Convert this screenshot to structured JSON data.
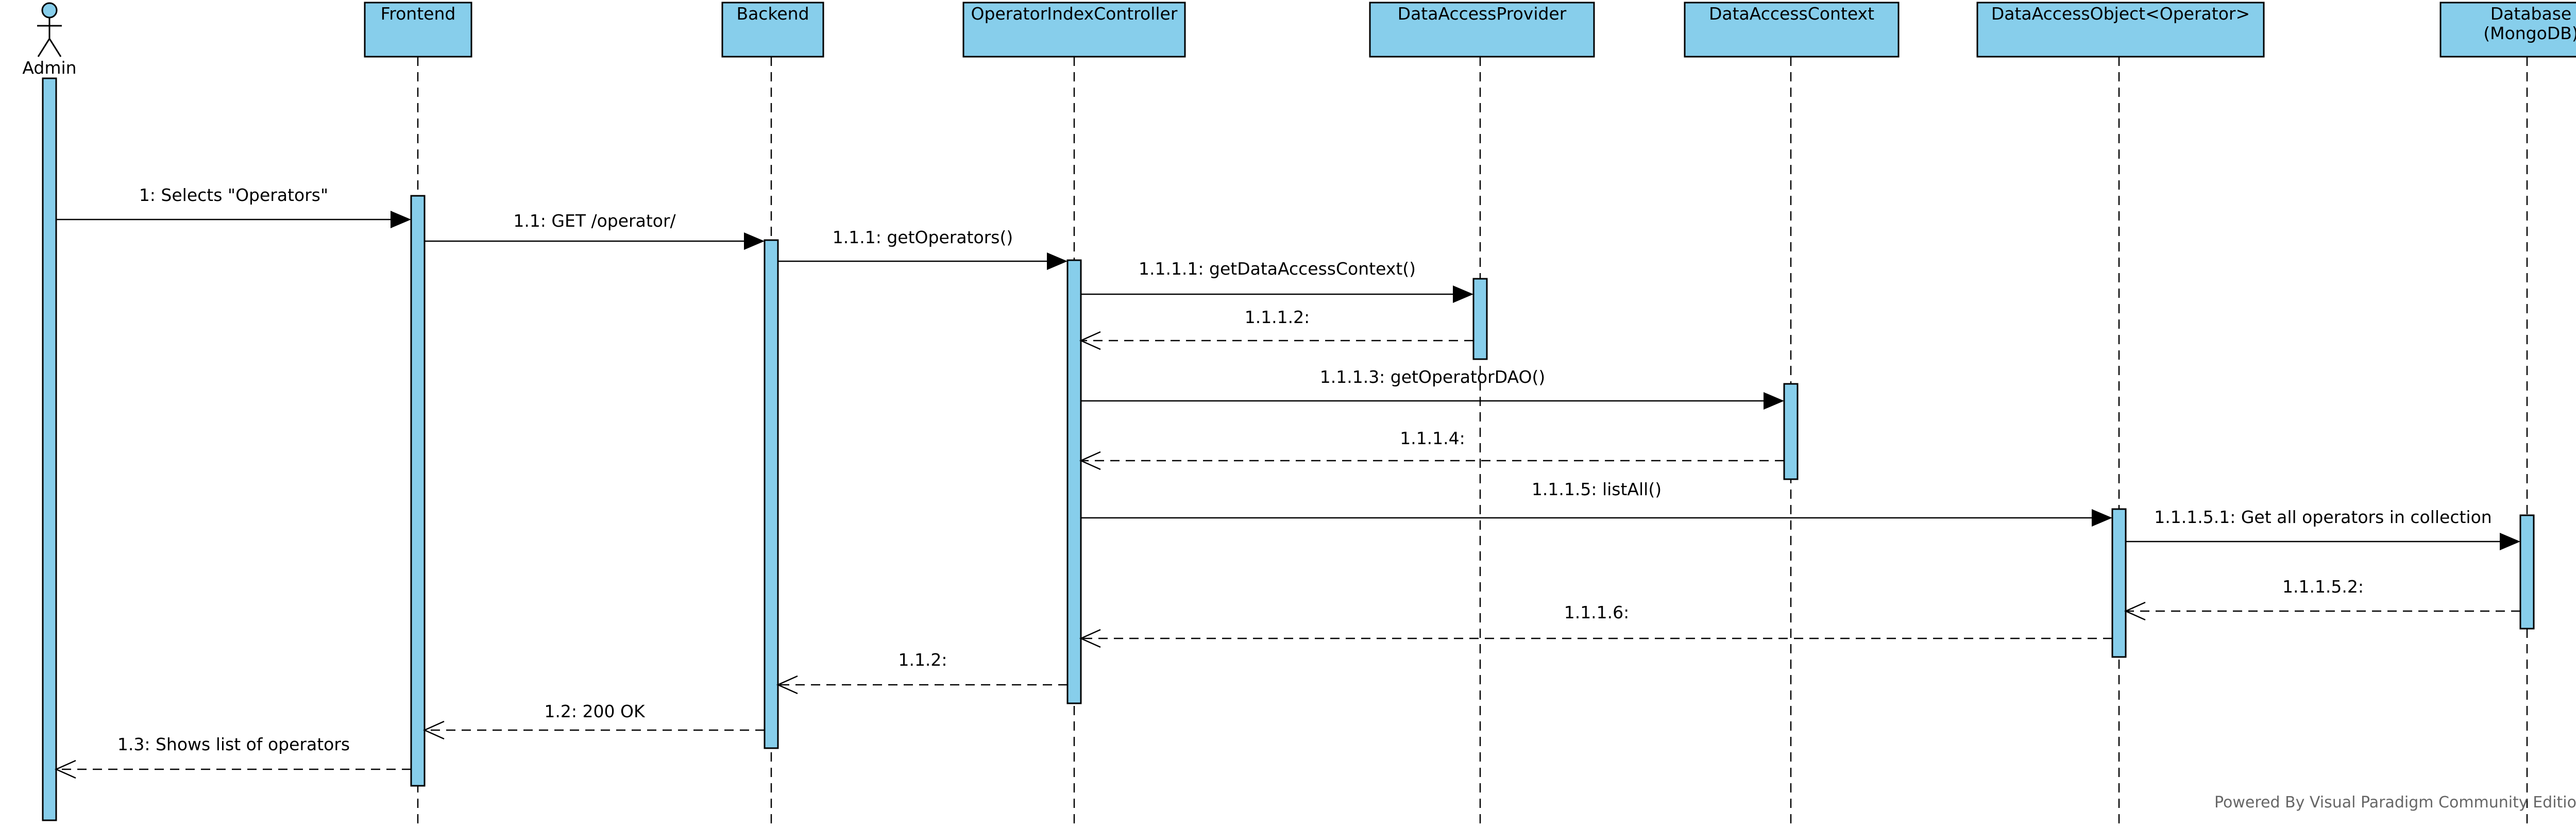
{
  "colors": {
    "fill": "#87CEEB",
    "stroke": "#000000"
  },
  "actor": {
    "name": "Admin"
  },
  "participants": [
    {
      "id": "frontend",
      "label": "Frontend"
    },
    {
      "id": "backend",
      "label": "Backend"
    },
    {
      "id": "controller",
      "label": "OperatorIndexController"
    },
    {
      "id": "dap",
      "label": "DataAccessProvider"
    },
    {
      "id": "dac",
      "label": "DataAccessContext"
    },
    {
      "id": "dao",
      "label": "DataAccessObject<Operator>"
    },
    {
      "id": "db",
      "label": "Database",
      "label2": "(MongoDB)"
    }
  ],
  "messages": [
    {
      "label": "1: Selects \"Operators\"",
      "kind": "call"
    },
    {
      "label": "1.1: GET /operator/",
      "kind": "call"
    },
    {
      "label": "1.1.1: getOperators()",
      "kind": "call"
    },
    {
      "label": "1.1.1.1: getDataAccessContext()",
      "kind": "call"
    },
    {
      "label": "1.1.1.2:",
      "kind": "return"
    },
    {
      "label": "1.1.1.3: getOperatorDAO()",
      "kind": "call"
    },
    {
      "label": "1.1.1.4:",
      "kind": "return"
    },
    {
      "label": "1.1.1.5: listAll()",
      "kind": "call"
    },
    {
      "label": "1.1.1.5.1: Get all operators in collection",
      "kind": "call"
    },
    {
      "label": "1.1.1.5.2:",
      "kind": "return"
    },
    {
      "label": "1.1.1.6:",
      "kind": "return"
    },
    {
      "label": "1.1.2:",
      "kind": "return"
    },
    {
      "label": "1.2: 200 OK",
      "kind": "return"
    },
    {
      "label": "1.3: Shows list of operators",
      "kind": "return"
    }
  ],
  "footer": {
    "text": "Powered By Visual Paradigm Community Edition"
  }
}
